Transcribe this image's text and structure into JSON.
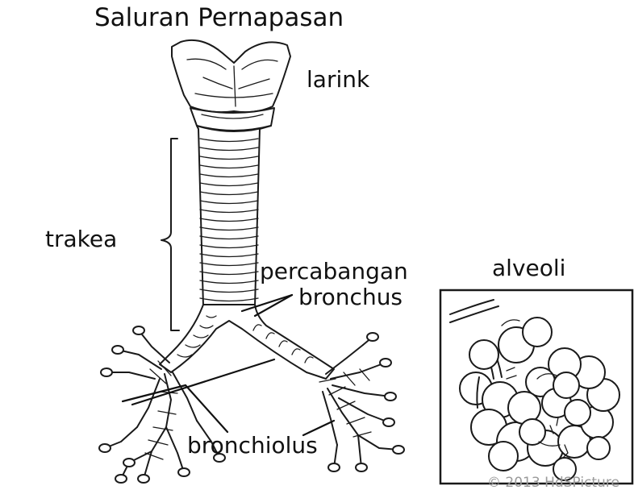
{
  "title": "Saluran Pernapasan",
  "labels": {
    "larynx": "larink",
    "trachea": "trakea",
    "branching_line1": "percabangan",
    "branching_line2": "bronchus",
    "alveoli": "alveoli",
    "bronchioles": "bronchiolus"
  },
  "watermark": "© 2013 HdSPicture",
  "colors": {
    "background": "#ffffff",
    "ink": "#1a1a1a",
    "watermark": "#9a9a9a"
  }
}
